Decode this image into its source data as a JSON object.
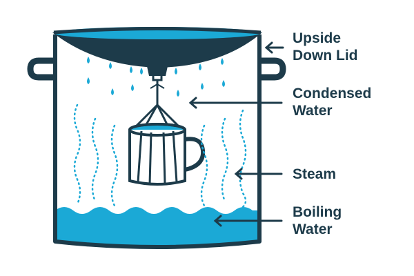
{
  "labels": {
    "lid_line1": "Upside",
    "lid_line2": "Down Lid",
    "condensed_line1": "Condensed",
    "condensed_line2": "Water",
    "steam": "Steam",
    "boiling_line1": "Boiling",
    "boiling_line2": "Water"
  },
  "colors": {
    "outline": "#1d3b4a",
    "water": "#1ba9d6",
    "droplet": "#1ba9d6",
    "steam_dots": "#1ba9d6",
    "background": "#ffffff"
  },
  "icons": [
    "pot",
    "upside-down-lid",
    "water-droplet",
    "steam-wisp",
    "mug",
    "string-harness",
    "boiling-water",
    "arrow-left"
  ]
}
